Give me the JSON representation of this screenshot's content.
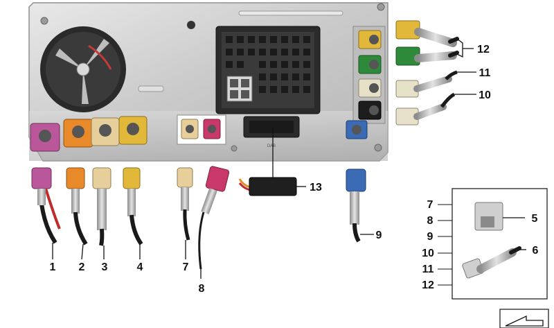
{
  "diagram": {
    "callouts": [
      {
        "id": "c1",
        "text": "1"
      },
      {
        "id": "c2",
        "text": "2"
      },
      {
        "id": "c3",
        "text": "3"
      },
      {
        "id": "c4",
        "text": "4"
      },
      {
        "id": "c7a",
        "text": "7"
      },
      {
        "id": "c8a",
        "text": "8"
      },
      {
        "id": "c9a",
        "text": "9"
      },
      {
        "id": "c13",
        "text": "13"
      },
      {
        "id": "c12a",
        "text": "12"
      },
      {
        "id": "c11a",
        "text": "11"
      },
      {
        "id": "c10a",
        "text": "10"
      },
      {
        "id": "c5",
        "text": "5"
      },
      {
        "id": "c6",
        "text": "6"
      }
    ],
    "inset_list": [
      "7",
      "8",
      "9",
      "10",
      "11",
      "12"
    ],
    "unit_label": "DAB"
  },
  "colors": {
    "violet": "#b9579a",
    "orange": "#e88a2a",
    "beige": "#e6cf9a",
    "curry": "#e2b83a",
    "green": "#2e8a3a",
    "blue": "#3b6bb5",
    "black": "#1d1d1d",
    "pink": "#c8386a"
  }
}
